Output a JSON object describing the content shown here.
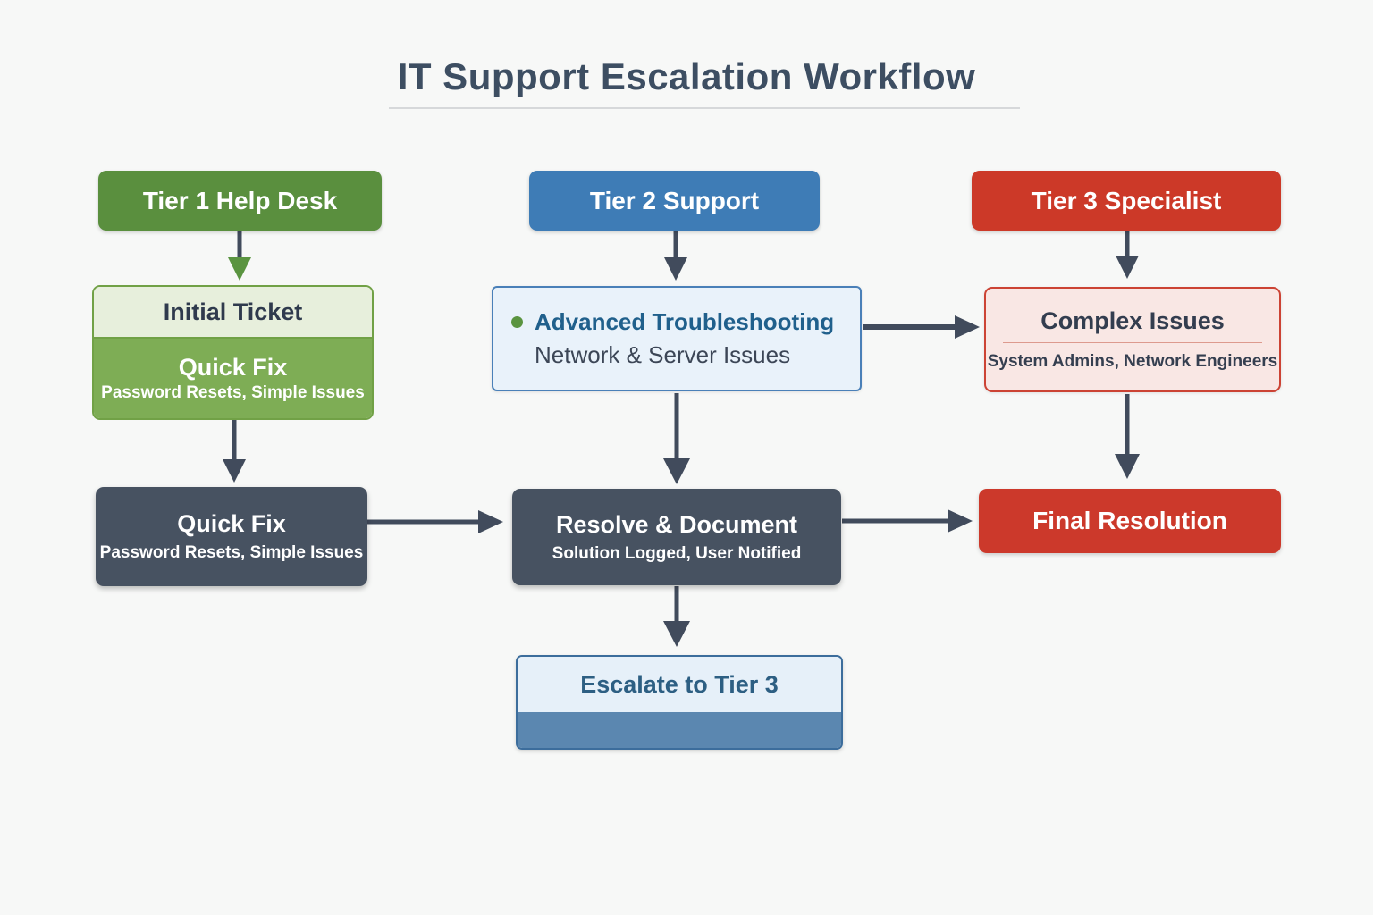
{
  "title": "IT Support Escalation Workflow",
  "nodes": {
    "tier1": {
      "label": "Tier 1 Help Desk",
      "color": "#5a8f3e"
    },
    "initial_ticket": {
      "header": "Initial Ticket",
      "title": "Quick Fix",
      "detail": "Password Resets, Simple Issues",
      "header_bg": "#e7efdc",
      "body_bg": "#7ead55",
      "border_color": "#71a146"
    },
    "quick_fix": {
      "title": "Quick Fix",
      "detail": "Password Resets, Simple Issues",
      "color": "#475261"
    },
    "tier2": {
      "label": "Tier 2 Support",
      "color": "#3e7cb6"
    },
    "advanced_troubleshooting": {
      "title": "Advanced Troubleshooting",
      "detail": "Network & Server Issues",
      "bg": "#e9f2fa",
      "border_color": "#4a80b8",
      "title_color": "#20608c",
      "bullet_color": "#5a9440"
    },
    "resolve_document": {
      "title": "Resolve & Document",
      "detail": "Solution Logged, User Notified",
      "color": "#475261"
    },
    "escalate_tier3": {
      "title": "Escalate to Tier 3",
      "header_bg": "#e6f0f9",
      "band_bg": "#5b87b0",
      "border_color": "#3c6d9c"
    },
    "tier3": {
      "label": "Tier 3 Specialist",
      "color": "#cc3928"
    },
    "complex_issues": {
      "title": "Complex Issues",
      "detail": "System Admins, Network Engineers",
      "bg": "#f9e7e4",
      "border_color": "#cc4334"
    },
    "final_resolution": {
      "label": "Final Resolution",
      "color": "#cc392b"
    }
  },
  "arrow_color": "#414b5c",
  "green_arrowhead_color": "#5a9440"
}
